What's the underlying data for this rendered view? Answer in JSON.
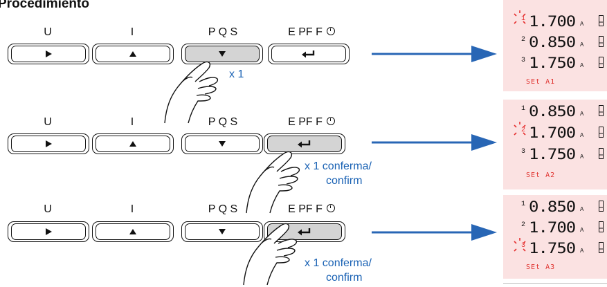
{
  "page_title": "Procedimiento",
  "button_labels": {
    "u": "U",
    "i": "I",
    "pqs": "P Q S",
    "epff": "E PF F"
  },
  "steps": [
    {
      "note": "x 1",
      "note2": "",
      "display": {
        "rows": [
          {
            "index": "1",
            "value": "1.700",
            "unit": "A"
          },
          {
            "index": "2",
            "value": "0.850",
            "unit": "A"
          },
          {
            "index": "3",
            "value": "1.750",
            "unit": "A"
          }
        ],
        "set_label": "SEt A1"
      }
    },
    {
      "note": "x 1 conferma/",
      "note2": "confirm",
      "display": {
        "rows": [
          {
            "index": "1",
            "value": "0.850",
            "unit": "A"
          },
          {
            "index": "2",
            "value": "1.700",
            "unit": "A"
          },
          {
            "index": "3",
            "value": "1.750",
            "unit": "A"
          }
        ],
        "set_label": "SEt A2"
      }
    },
    {
      "note": "x 1 conferma/",
      "note2": "confirm",
      "display": {
        "rows": [
          {
            "index": "1",
            "value": "0.850",
            "unit": "A"
          },
          {
            "index": "2",
            "value": "1.700",
            "unit": "A"
          },
          {
            "index": "3",
            "value": "1.750",
            "unit": "A"
          }
        ],
        "set_label": "SEt A3"
      }
    }
  ],
  "colors": {
    "arrow": "#2866b5",
    "note": "#1a62b4",
    "display_bg": "#fbe2e2",
    "set_text": "#e0322e",
    "blink": "#e53030"
  },
  "icons": {
    "u": "play-icon",
    "i": "up-triangle-icon",
    "pqs": "down-triangle-icon",
    "epff": "enter-icon",
    "clock": "clock-icon"
  }
}
